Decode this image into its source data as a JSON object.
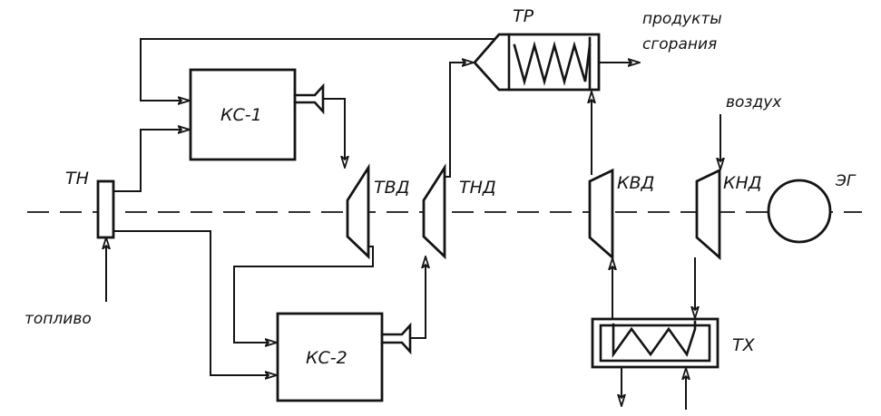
{
  "labels": {
    "tr": "ТР",
    "products_line1": "продукты",
    "products_line2": "сгорания",
    "ks1": "КС-1",
    "ks2": "КС-2",
    "tn": "ТН",
    "tvd": "ТВД",
    "tnd": "ТНД",
    "kvd": "КВД",
    "knd": "КНД",
    "eg": "ЭГ",
    "air": "воздух",
    "fuel": "топливо",
    "tx": "ТХ"
  }
}
